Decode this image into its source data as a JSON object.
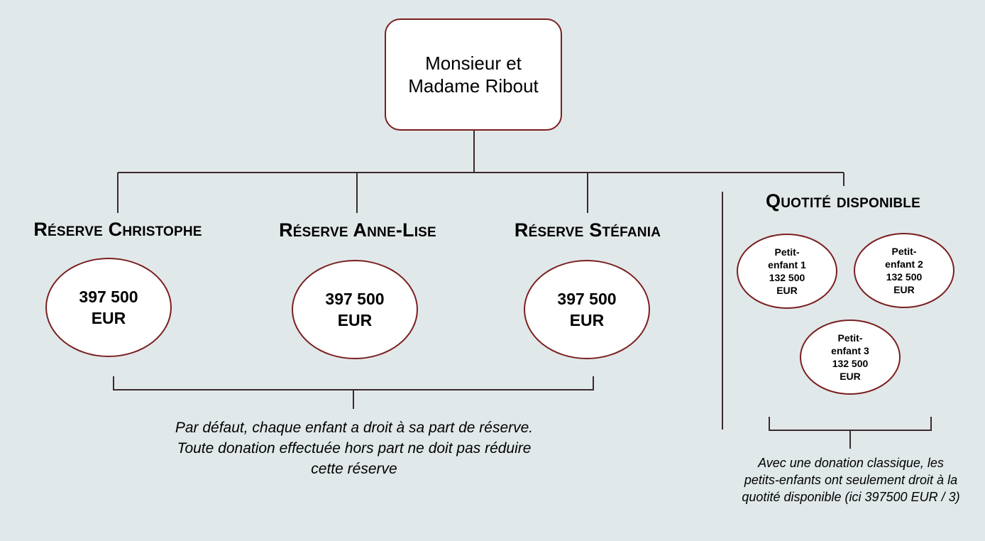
{
  "root": {
    "line1": "Monsieur et",
    "line2": "Madame Ribout"
  },
  "reserves": [
    {
      "title": "Réserve Christophe",
      "amount": "397 500",
      "unit": "EUR"
    },
    {
      "title": "Réserve Anne-Lise",
      "amount": "397 500",
      "unit": "EUR"
    },
    {
      "title": "Réserve Stéfania",
      "amount": "397 500",
      "unit": "EUR"
    }
  ],
  "quotite": {
    "title": "Quotité disponible",
    "grandchildren": [
      {
        "line1": "Petit-",
        "line2": "enfant 1",
        "amount": "132 500",
        "unit": "EUR"
      },
      {
        "line1": "Petit-",
        "line2": "enfant 2",
        "amount": "132 500",
        "unit": "EUR"
      },
      {
        "line1": "Petit-",
        "line2": "enfant 3",
        "amount": "132 500",
        "unit": "EUR"
      }
    ]
  },
  "notes": {
    "reserve": "Par défaut, chaque enfant a droit à sa part de réserve. Toute donation effectuée hors part ne doit pas réduire cette réserve",
    "quotite": "Avec une donation classique, les petits-enfants ont seulement droit à la quotité disponible (ici 397500 EUR / 3)"
  },
  "colors": {
    "accent": "#7a1f1f",
    "line": "#3a2a2e",
    "background": "#e1e8ea"
  }
}
